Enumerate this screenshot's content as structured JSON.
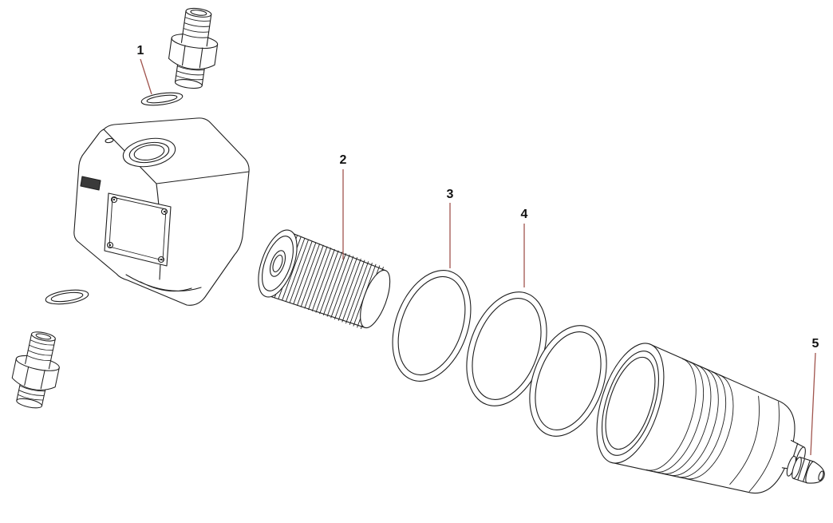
{
  "diagram": {
    "kind": "exploded-parts-diagram",
    "subject": "hydraulic-inline-filter-exploded-view",
    "background_color": "#ffffff",
    "line_color": "#1f1f1f",
    "leader_line_color": "#a1554e",
    "callouts": [
      {
        "text": "1",
        "points_to": "port-o-ring"
      },
      {
        "text": "2",
        "points_to": "filter-element"
      },
      {
        "text": "3",
        "points_to": "seal-ring-inner"
      },
      {
        "text": "4",
        "points_to": "seal-ring-outer"
      },
      {
        "text": "5",
        "points_to": "drain-plug"
      }
    ],
    "parts": [
      {
        "name": "hex-port-adapter-top"
      },
      {
        "name": "port-o-ring"
      },
      {
        "name": "filter-head"
      },
      {
        "name": "head-o-ring"
      },
      {
        "name": "hex-port-adapter-bottom"
      },
      {
        "name": "filter-element"
      },
      {
        "name": "seal-ring-inner"
      },
      {
        "name": "seal-ring-outer"
      },
      {
        "name": "backup-ring"
      },
      {
        "name": "filter-bowl"
      },
      {
        "name": "drain-plug"
      }
    ]
  }
}
